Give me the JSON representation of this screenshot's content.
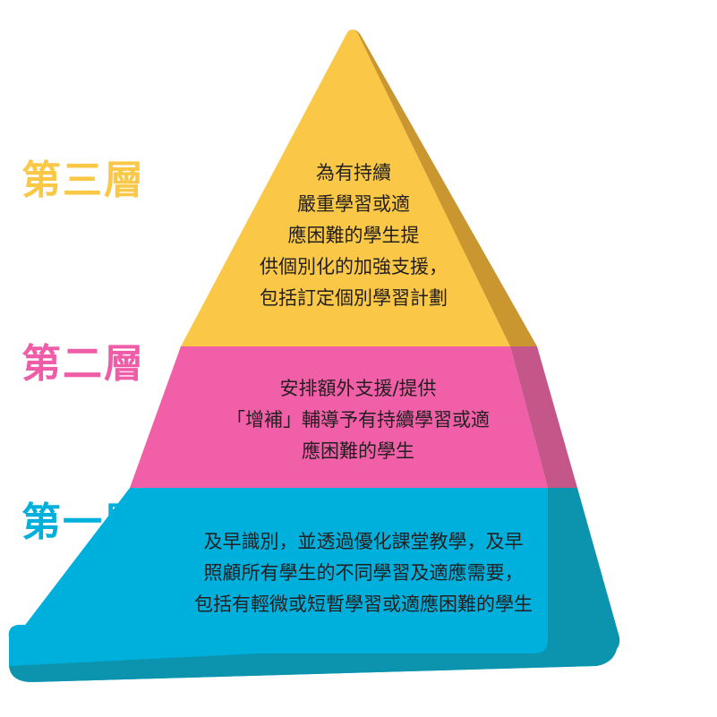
{
  "diagram": {
    "type": "three-tier-pyramid",
    "title_visible": false,
    "background_color": "#ffffff"
  },
  "tiers": [
    {
      "id": "tier3",
      "label": "第三層",
      "label_color": "#FAC846",
      "fill_color": "#FAC846",
      "shade_color": "#C9962F",
      "text_color": "#231f20",
      "lines": [
        "為有持續",
        "嚴重學習或適",
        "應困難的學生提",
        "供個別化的加強支援，",
        "包括訂定個別學習計劃"
      ]
    },
    {
      "id": "tier2",
      "label": "第二層",
      "label_color": "#EF5DA8",
      "fill_color": "#F15FA8",
      "shade_color": "#C55689",
      "text_color": "#231f20",
      "lines": [
        "安排額外支援/提供",
        "「增補」輔導予有持續學習或適",
        "應困難的學生"
      ]
    },
    {
      "id": "tier1",
      "label": "第一層",
      "label_color": "#00B0DC",
      "fill_color": "#00B0DC",
      "shade_color": "#0C93AE",
      "text_color": "#231f20",
      "lines": [
        "及早識別，並透過優化課堂教學，及早",
        "照顧所有學生的不同學習及適應需要，",
        "包括有輕微或短暫學習或適應困難的學生"
      ]
    }
  ]
}
